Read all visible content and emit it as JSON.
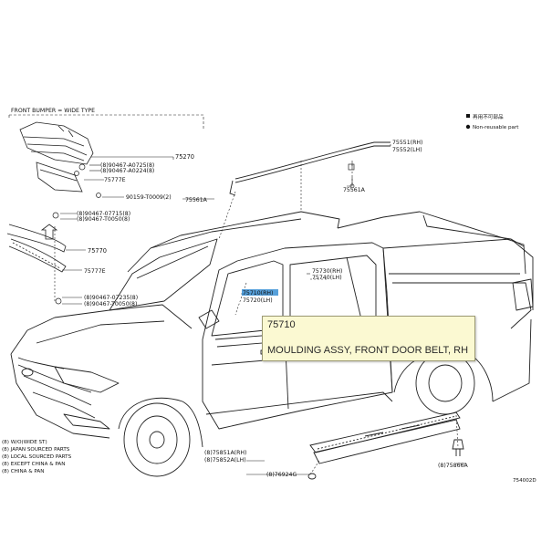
{
  "diagram": {
    "group_label": "FRONT BUMPER = WIDE TYPE",
    "reference_code": "754002D",
    "legend": [
      {
        "symbol": "■",
        "text": "再用不可部品"
      },
      {
        "symbol": "●",
        "text": "Non-reusable part"
      }
    ],
    "part_labels": [
      {
        "id": "p75270",
        "text": "75270"
      },
      {
        "id": "p90467_a",
        "text": "(8)90467-A0725(8)"
      },
      {
        "id": "p90467_b",
        "text": "(8)90467-A0224(8)"
      },
      {
        "id": "p75777e_top",
        "text": "75777E"
      },
      {
        "id": "p90159",
        "text": "90159-T0009(2)"
      },
      {
        "id": "p75561a_l",
        "text": "75561A"
      },
      {
        "id": "p90467_c",
        "text": "(8)90467-07715(8)"
      },
      {
        "id": "p90467_d",
        "text": "(8)90467-T0050(8)"
      },
      {
        "id": "p75770",
        "text": "75770"
      },
      {
        "id": "p75777e_mid",
        "text": "75777E"
      },
      {
        "id": "p90467_e",
        "text": "(8)90467-07235(8)"
      },
      {
        "id": "p90467_f",
        "text": "(8)90467-T0050(8)"
      },
      {
        "id": "p75551",
        "text": "75551(RH)"
      },
      {
        "id": "p75552",
        "text": "75552(LH)"
      },
      {
        "id": "p75561a_r",
        "text": "75561A"
      },
      {
        "id": "p75730",
        "text": "75730(RH)"
      },
      {
        "id": "p75740",
        "text": "75740(LH)"
      },
      {
        "id": "p75710",
        "text": "75710(RH)"
      },
      {
        "id": "p75720",
        "text": "75720(LH)"
      },
      {
        "id": "p75851a",
        "text": "(8)75851A(RH)"
      },
      {
        "id": "p75852a",
        "text": "(8)75852A(LH)"
      },
      {
        "id": "p76924g",
        "text": "(8)76924G"
      },
      {
        "id": "p75866a",
        "text": "(8)75866A"
      }
    ],
    "footnotes": [
      "(8) W/O(WIDE ST)",
      "(8) JAPAN SOURCED PARTS",
      "(8) LOCAL SOURCED PARTS",
      "(8) EXCEPT CHINA & PAN",
      "(8) CHINA & PAN"
    ]
  },
  "tooltip": {
    "part_number": "75710",
    "description": "MOULDING ASSY, FRONT DOOR BELT, RH"
  }
}
